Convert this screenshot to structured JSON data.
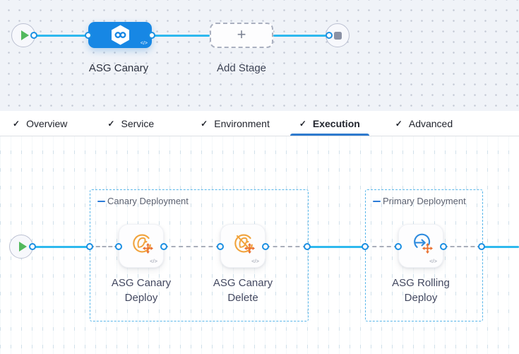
{
  "stage_canvas": {
    "stage": {
      "label": "ASG Canary"
    },
    "add_stage": {
      "label": "Add Stage",
      "plus_glyph": "+"
    },
    "code_glyph": "</>"
  },
  "tabs": {
    "check_glyph": "✓",
    "active": "Execution",
    "items": [
      {
        "label": "Overview"
      },
      {
        "label": "Service"
      },
      {
        "label": "Environment"
      },
      {
        "label": "Execution"
      },
      {
        "label": "Advanced"
      }
    ]
  },
  "execution_canvas": {
    "code_glyph": "</>",
    "groups": [
      {
        "title": "Canary Deployment"
      },
      {
        "title": "Primary Deployment"
      }
    ],
    "steps": [
      {
        "line1": "ASG Canary",
        "line2": "Deploy"
      },
      {
        "line1": "ASG Canary",
        "line2": "Delete"
      },
      {
        "line1": "ASG Rolling",
        "line2": "Deploy"
      }
    ]
  },
  "colors": {
    "node_blue": "#1787e4",
    "wire_cyan": "#2eb9ee",
    "port_blue": "#1b8fe2",
    "group_border_blue": "#57b6ea",
    "tab_underline_blue": "#2e7ace",
    "icon_orange": "#f1a33c",
    "icon_orange_deep": "#ea6f2e",
    "play_green": "#53b95d",
    "stop_gray": "#8a91a5"
  }
}
